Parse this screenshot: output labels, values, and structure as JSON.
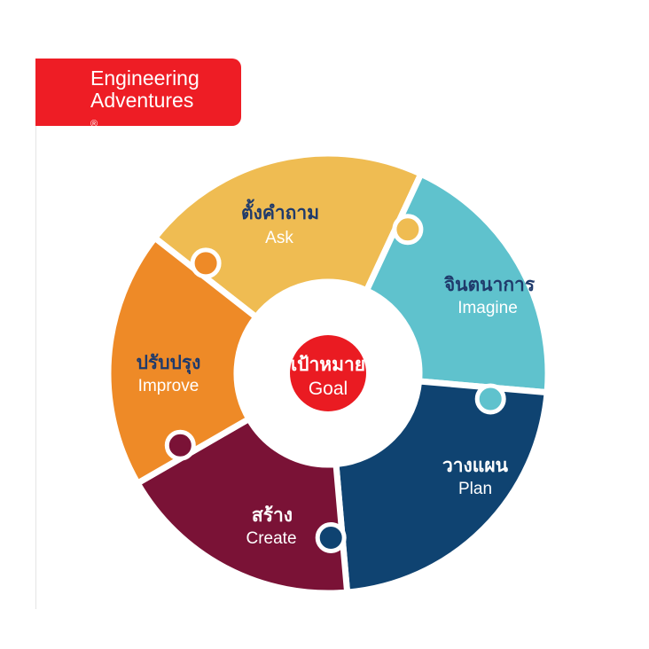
{
  "brand": {
    "line1": "Engineering",
    "line2": "Adventures",
    "mark": "®",
    "color": "#ee1d25"
  },
  "center": {
    "thai": "เป้าหมาย",
    "english": "Goal",
    "color": "#ea1b22"
  },
  "steps": [
    {
      "thai": "ตั้งคำถาม",
      "english": "Ask",
      "color": "#efbc52",
      "thai_color": "#1f3a6b",
      "english_color": "#ffffff"
    },
    {
      "thai": "จินตนาการ",
      "english": "Imagine",
      "color": "#5fc2cd",
      "thai_color": "#1f3a6b",
      "english_color": "#ffffff"
    },
    {
      "thai": "วางแผน",
      "english": "Plan",
      "color": "#0f4371",
      "thai_color": "#ffffff",
      "english_color": "#ffffff"
    },
    {
      "thai": "สร้าง",
      "english": "Create",
      "color": "#7a1236",
      "thai_color": "#ffffff",
      "english_color": "#ffffff"
    },
    {
      "thai": "ปรับปรุง",
      "english": "Improve",
      "color": "#ee8a27",
      "thai_color": "#1f3a6b",
      "english_color": "#ffffff"
    }
  ]
}
